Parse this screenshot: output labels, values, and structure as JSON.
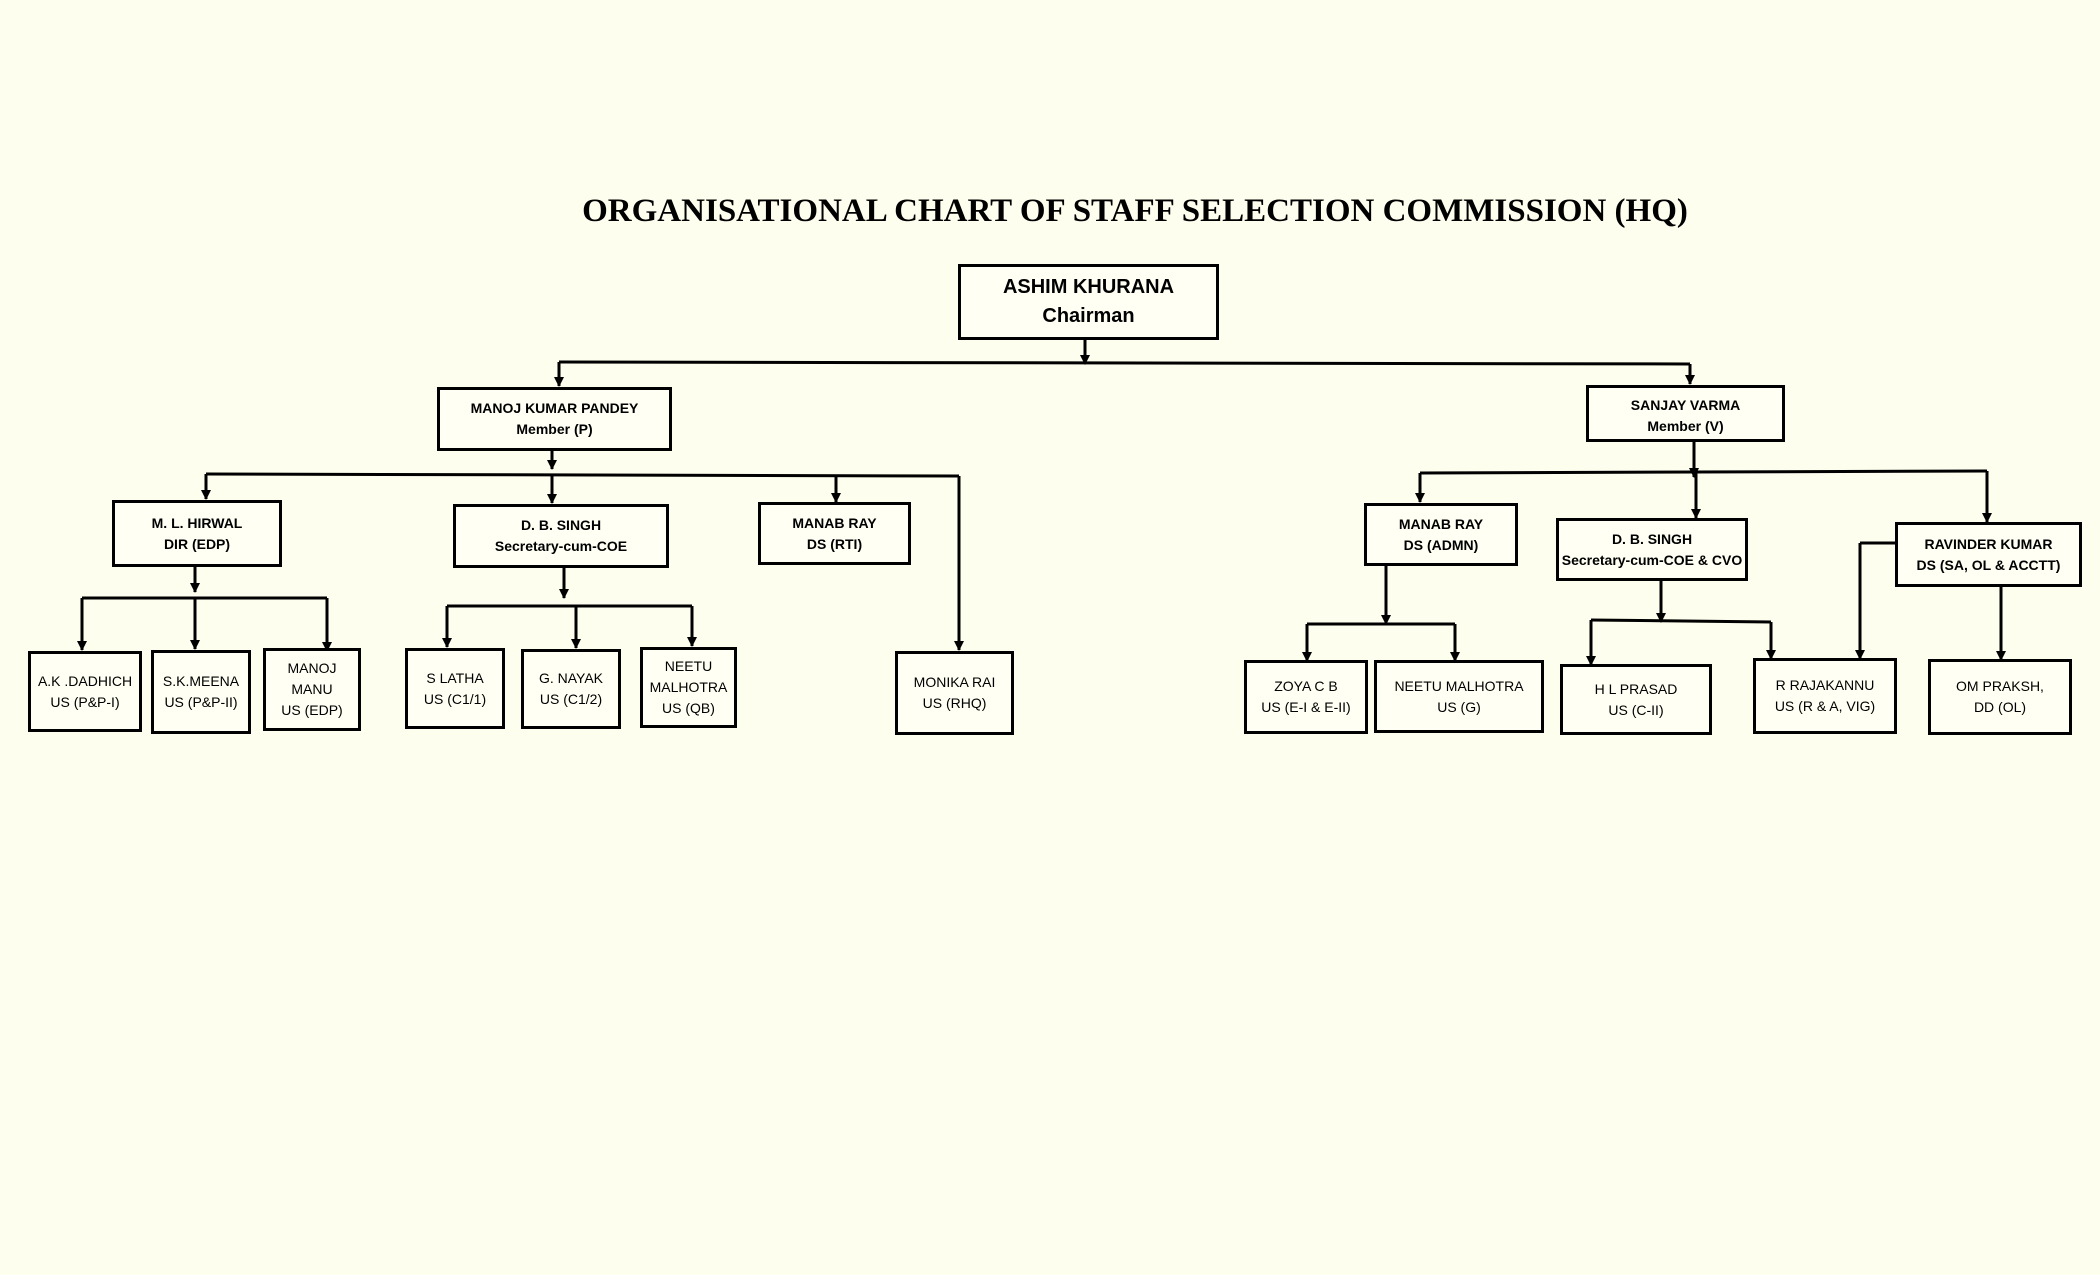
{
  "title": "ORGANISATIONAL CHART OF STAFF SELECTION COMMISSION (HQ)",
  "nodes": {
    "chairman": {
      "name": "ASHIM KHURANA",
      "role": "Chairman"
    },
    "member_p": {
      "name": "MANOJ KUMAR PANDEY",
      "role": "Member (P)"
    },
    "member_v": {
      "name": "SANJAY VARMA",
      "role": "Member (V)"
    },
    "hirwal": {
      "name": "M. L. HIRWAL",
      "role": "DIR (EDP)"
    },
    "singh_p": {
      "name": "D. B. SINGH",
      "role": "Secretary-cum-COE"
    },
    "manab_rti": {
      "name": "MANAB RAY",
      "role": "DS (RTI)"
    },
    "dadhich": {
      "name": "A.K .DADHICH",
      "role": "US (P&P-I)"
    },
    "meena": {
      "name": "S.K.MEENA",
      "role": "US (P&P-II)"
    },
    "manu": {
      "name": "MANOJ MANU",
      "role": "US (EDP)"
    },
    "latha": {
      "name": "S LATHA",
      "role": "US (C1/1)"
    },
    "nayak": {
      "name": "G. NAYAK",
      "role": "US (C1/2)"
    },
    "neetu_qb": {
      "name": "NEETU MALHOTRA",
      "role": "US (QB)"
    },
    "monika": {
      "name": "MONIKA RAI",
      "role": "US (RHQ)"
    },
    "manab_admn": {
      "name": "MANAB RAY",
      "role": "DS (ADMN)"
    },
    "singh_v": {
      "name": "D. B. SINGH",
      "role": "Secretary-cum-COE & CVO"
    },
    "ravinder": {
      "name": "RAVINDER KUMAR",
      "role": "DS (SA, OL & ACCTT)"
    },
    "zoya": {
      "name": "ZOYA C B",
      "role": "US (E-I & E-II)"
    },
    "neetu_g": {
      "name": "NEETU MALHOTRA",
      "role": "US (G)"
    },
    "prasad": {
      "name": "H L PRASAD",
      "role": "US (C-II)"
    },
    "rajakannu": {
      "name": "R RAJAKANNU",
      "role": "US (R & A, VIG)"
    },
    "omprakash": {
      "name": "OM PRAKSH,",
      "role": "DD (OL)"
    }
  }
}
